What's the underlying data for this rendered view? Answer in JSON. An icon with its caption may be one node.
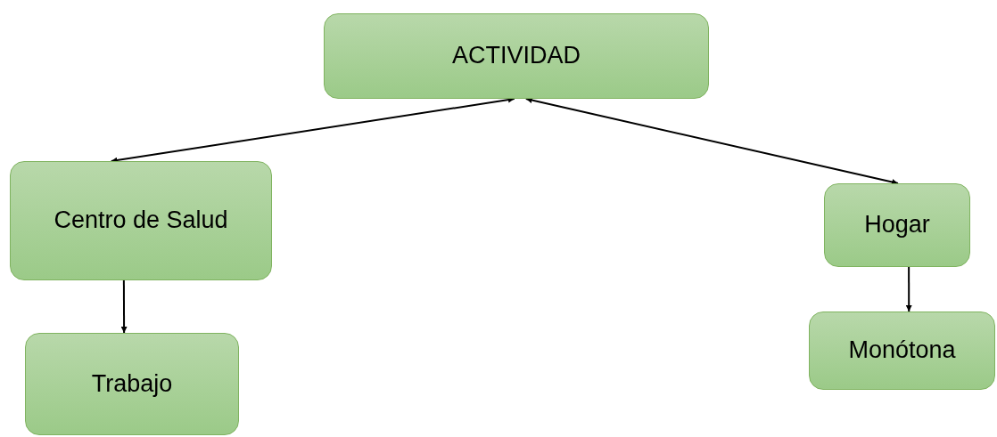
{
  "diagram": {
    "nodes": [
      {
        "text": [
          "ACTIVIDAD"
        ]
      },
      {
        "text": [
          "Centro de Salud"
        ]
      },
      {
        "text": [
          "Hogar"
        ]
      },
      {
        "text": [
          "Trabajo"
        ]
      },
      {
        "text": [
          "Monótona"
        ]
      }
    ],
    "edges": [
      {
        "from": 0,
        "to": 1,
        "arrow": "both"
      },
      {
        "from": 0,
        "to": 2,
        "arrow": "both"
      },
      {
        "from": 1,
        "to": 3,
        "arrow": "to"
      },
      {
        "from": 2,
        "to": 4,
        "arrow": "to"
      }
    ]
  }
}
